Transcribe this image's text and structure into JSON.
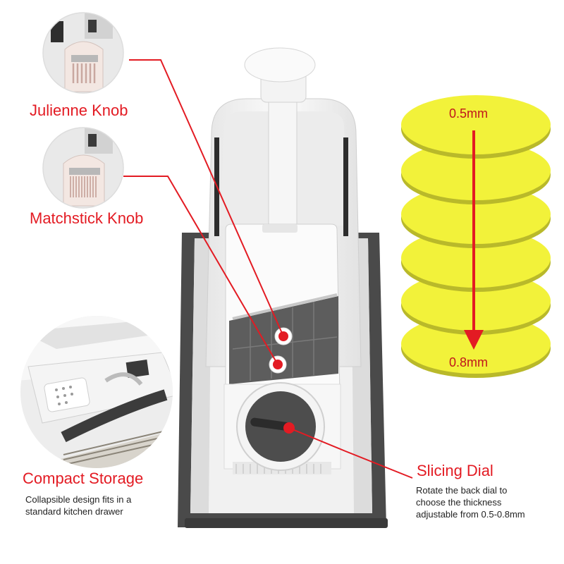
{
  "labels": {
    "julienne": "Julienne Knob",
    "matchstick": "Matchstick Knob",
    "compact_title": "Compact Storage",
    "compact_desc_1": "Collapsible design fits in a",
    "compact_desc_2": "standard kitchen drawer",
    "dial_title": "Slicing Dial",
    "dial_desc_1": "Rotate the back dial to",
    "dial_desc_2": "choose the thickness",
    "dial_desc_3": "adjustable from 0.5-0.8mm"
  },
  "thickness": {
    "min": "0.5mm",
    "max": "0.8mm",
    "slice_count": 6
  },
  "colors": {
    "accent_red": "#e31b23",
    "slice_yellow": "#f2f23a",
    "frame_gray": "#4a4a4a"
  }
}
